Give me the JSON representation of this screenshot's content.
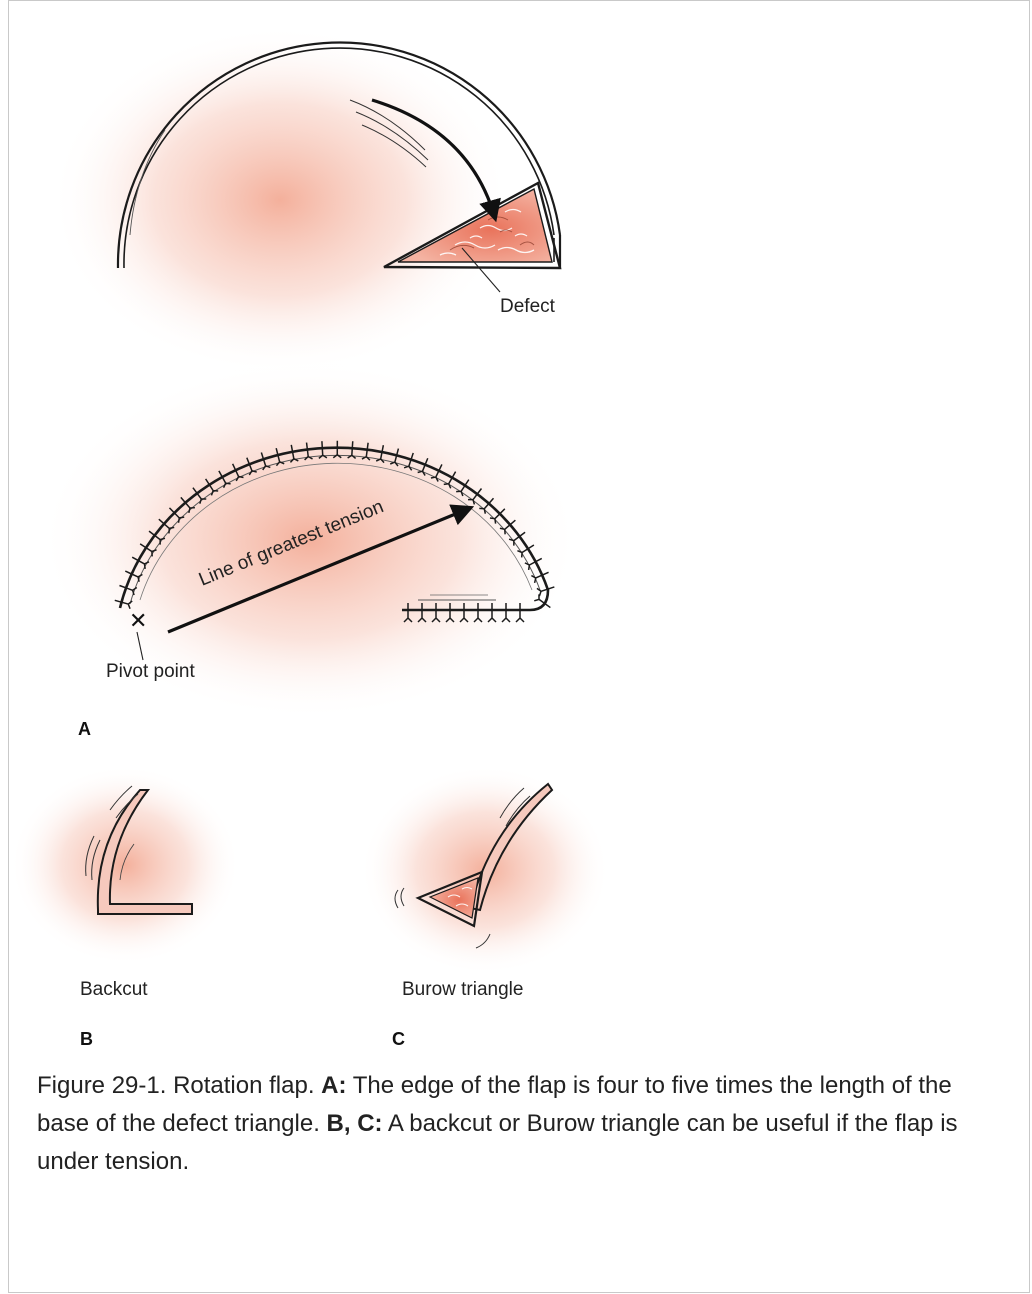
{
  "figure": {
    "labels": {
      "defect": "Defect",
      "line_of_greatest_tension": "Line of greatest tension",
      "pivot_point": "Pivot point",
      "backcut": "Backcut",
      "burow_triangle": "Burow triangle"
    },
    "panels": {
      "a": "A",
      "b": "B",
      "c": "C"
    },
    "colors": {
      "skin_glow": "#f3a48c",
      "defect_fill": "#ee8a73",
      "flap_fill": "#f6c9bd",
      "ink": "#1b1b1b"
    }
  },
  "caption": {
    "prefix": "Figure 29-1. Rotation flap. ",
    "a_label": "A:",
    "a_text": " The edge of the flap is four to five times the length of the base of the defect triangle. ",
    "bc_label": "B, C:",
    "bc_text": " A backcut or Burow triangle can be useful if the flap is under tension."
  }
}
